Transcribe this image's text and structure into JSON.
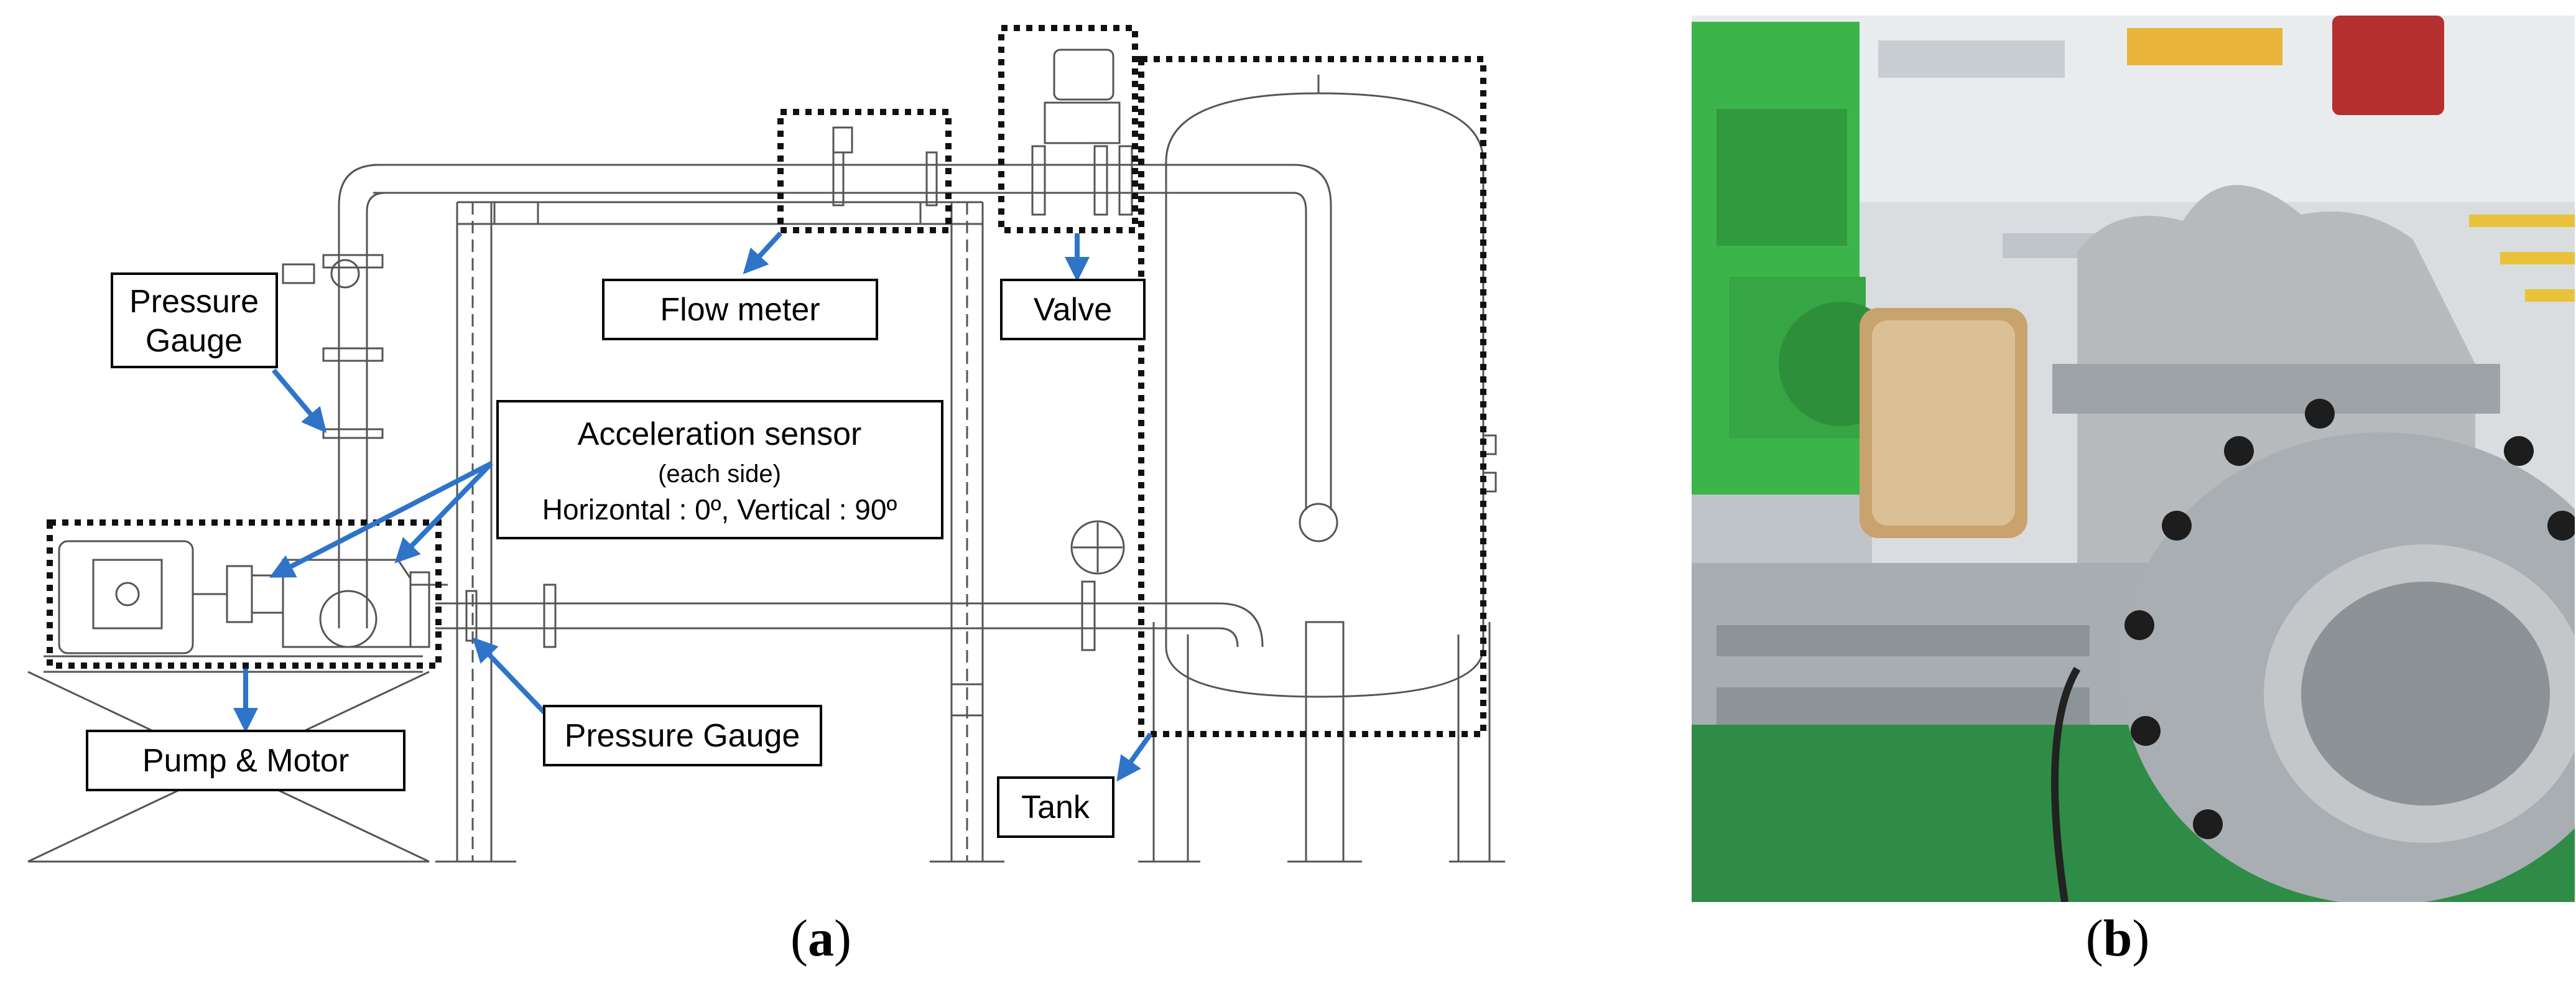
{
  "labels": {
    "pressure_gauge_top_line1": "Pressure",
    "pressure_gauge_top_line2": "Gauge",
    "flow_meter": "Flow meter",
    "valve": "Valve",
    "accel_line1": "Acceleration sensor",
    "accel_line2": "(each side)",
    "accel_line3": "Horizontal : 0º, Vertical : 90º",
    "pressure_gauge_bottom": "Pressure Gauge",
    "pump_motor": "Pump & Motor",
    "tank": "Tank"
  },
  "captions": {
    "a_open": "(",
    "a_letter": "a",
    "a_close": ")",
    "b_open": "(",
    "b_letter": "b",
    "b_close": ")"
  },
  "colors": {
    "arrow": "#2e74c8",
    "line": "#555555",
    "box_border": "#000000",
    "dotted": "#111111",
    "motor_green": "#3bb54a",
    "floor_green": "#2f8c46"
  }
}
